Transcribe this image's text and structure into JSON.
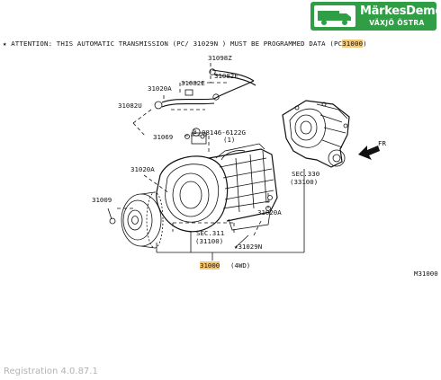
{
  "logo": {
    "title": "MärkesDemo",
    "subtitle": "VÄXJÖ ÖSTRA"
  },
  "attention": {
    "prefix": "★ ATTENTION: THIS AUTOMATIC TRANSMISSION (PC/ 31029N ) MUST BE PROGRAMMED DATA  (PC",
    "code": "31000",
    "suffix": ")"
  },
  "parts": {
    "p31098Z": "31098Z",
    "p31082E_a": "31082E",
    "p31082E_b": "31082E",
    "p31020A_top": "31020A",
    "p31082U": "31082U",
    "bolt_code": "08146-6122G",
    "bolt_qty": "(1)",
    "bolt_marker": "B",
    "p31069": "31069",
    "p31020A_left": "31020A",
    "p31009": "31009",
    "p31020A_right": "31020A",
    "sec330": "SEC.330",
    "sec330_ref": "(33100)",
    "sec311": "SEC.311",
    "sec311_ref": "(31100)",
    "p31029N": "★31029N",
    "main_code": "31000",
    "main_suffix": "(4WD)",
    "front_arrow": "FR",
    "diagram_id": "M31000"
  },
  "footer": {
    "version": "Registration 4.0.87.1"
  }
}
